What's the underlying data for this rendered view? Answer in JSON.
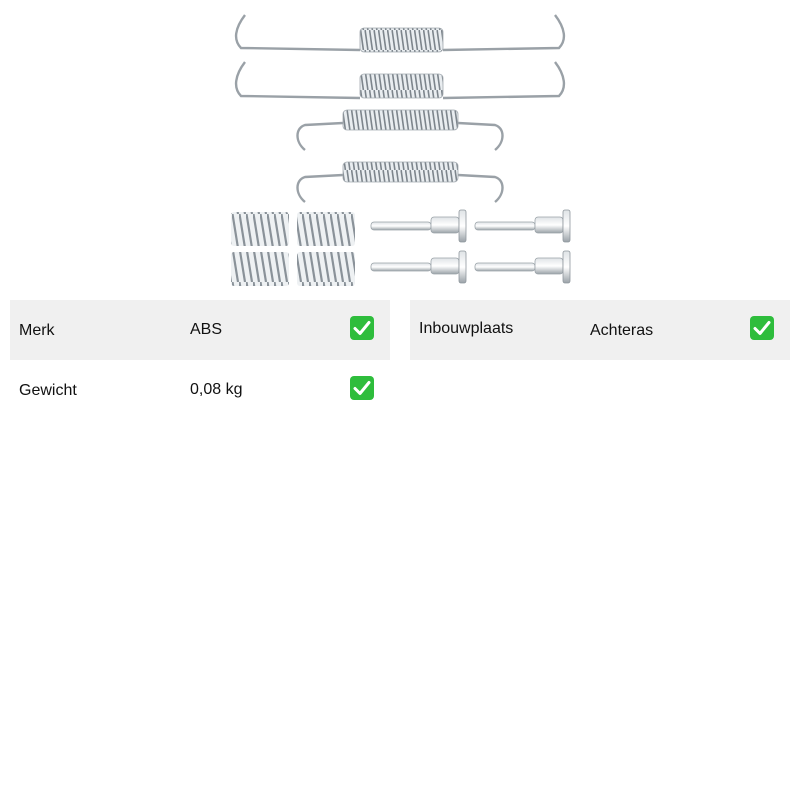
{
  "product_image": {
    "subject": "brake-shoe-accessory-kit"
  },
  "specs_left": [
    {
      "label": "Merk",
      "value": "ABS",
      "status_icon": "check-mark-icon"
    },
    {
      "label": "Gewicht",
      "value": "0,08 kg",
      "status_icon": "check-mark-icon"
    }
  ],
  "specs_right": [
    {
      "label": "Inbouwplaats",
      "value": "Achteras",
      "status_icon": "check-mark-icon"
    }
  ],
  "colors": {
    "row_shade": "#f0f0f0",
    "check_green": "#2ebd3c",
    "text": "#111111"
  }
}
